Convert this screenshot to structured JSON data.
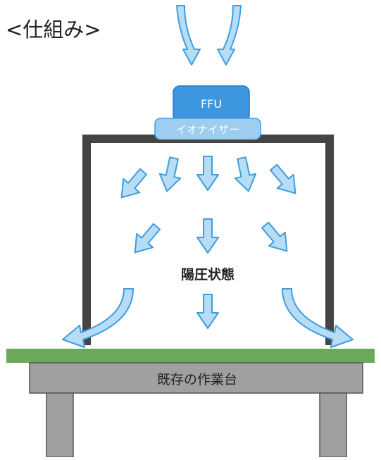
{
  "title": "<仕組み>",
  "units": {
    "ffu": "FFU",
    "ionizer": "イオナイザー"
  },
  "state_label": "陽圧状態",
  "bench_label": "既存の作業台",
  "colors": {
    "arrow_fill": "#b7dcf5",
    "arrow_stroke": "#3d9ee0",
    "ffu": "#3d97e0",
    "ionizer": "#9fcdf0",
    "frame": "#444444",
    "green_mat": "#6aa85a",
    "bench": "#a0a0a0",
    "bench_stroke": "#555555",
    "text": "#222222"
  },
  "icons": {
    "intake_arrows": "down-arrow-icon",
    "downflow_arrows": "arrow-icon",
    "outflow_arrows": "curved-arrow-icon"
  }
}
